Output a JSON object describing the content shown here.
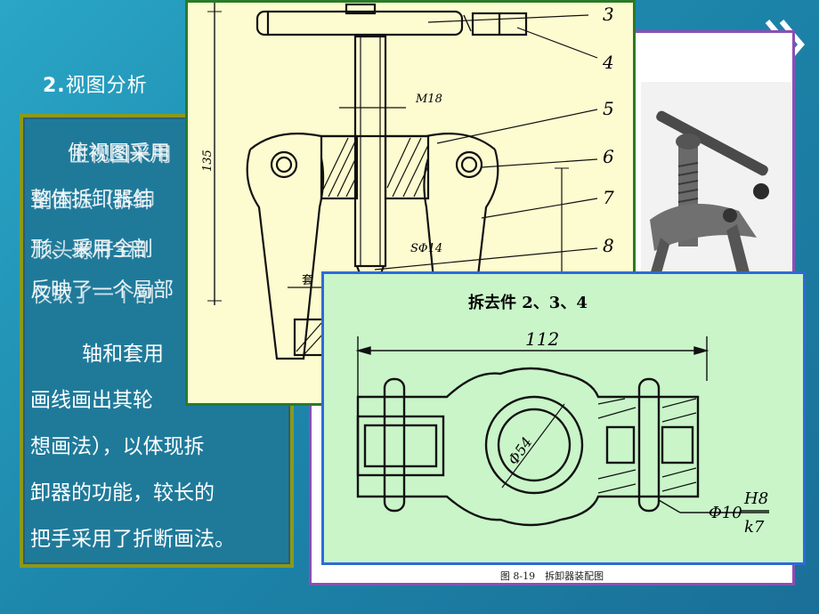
{
  "slide": {
    "heading_number": "2.",
    "heading_text": "视图分析"
  },
  "textbox": {
    "garbled_lines": [
      "俯视图采用",
      "整体拆卸器结",
      "形、采用全剖",
      "反映了一个局部"
    ],
    "overlay_lines": [
      "主视图采用",
      "剖面法（拆卸",
      "顶头螺杆3和",
      "仅取了一个剖"
    ],
    "paragraph_lines": [
      "轴和套用",
      "画线画出其轮",
      "想画法），以体现拆",
      "卸器的功能，较长的",
      "把手采用了折断画法。"
    ]
  },
  "drawing": {
    "callouts": [
      "3",
      "4",
      "5",
      "6",
      "7",
      "8"
    ],
    "dim_m18": "M18",
    "dim_135": "135",
    "dim_s14": "SΦ14",
    "label_tao": "套"
  },
  "detail": {
    "title": "拆去件 2、3、4",
    "dim_112": "112",
    "dim_phi54": "Φ54",
    "dim_phi10": "Φ10",
    "fit_upper": "H8",
    "fit_lower": "k7"
  },
  "photo": {
    "caption": "图 8-19　拆卸器装配图"
  },
  "colors": {
    "background": "#1d87ab",
    "textbox_border": "#8a9a1a",
    "drawing_border": "#2a7a2a",
    "detail_border": "#2f6ad8",
    "photo_border": "#8b4fb5"
  }
}
